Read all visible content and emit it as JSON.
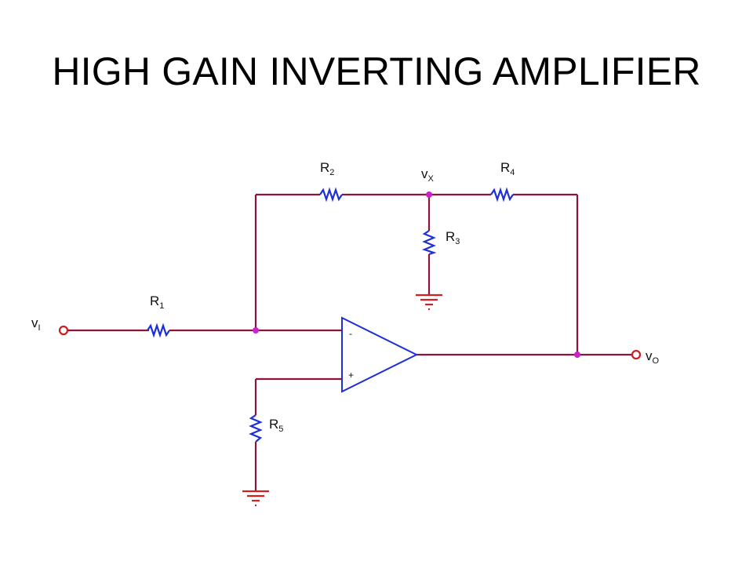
{
  "title": "HIGH GAIN INVERTING AMPLIFIER",
  "colors": {
    "wire": "#8b1538",
    "resistor": "#1f2fd8",
    "ground": "#d62020",
    "node": "#cc22cc",
    "terminal": "#cc1e1e"
  },
  "labels": {
    "R1": {
      "base": "R",
      "sub": "1"
    },
    "R2": {
      "base": "R",
      "sub": "2"
    },
    "R3": {
      "base": "R",
      "sub": "3"
    },
    "R4": {
      "base": "R",
      "sub": "4"
    },
    "R5": {
      "base": "R",
      "sub": "5"
    },
    "vI": {
      "base": "v",
      "sub": "I"
    },
    "vX": {
      "base": "v",
      "sub": "X"
    },
    "vO": {
      "base": "v",
      "sub": "O"
    }
  },
  "opamp": {
    "inverting": "-",
    "noninverting": "+"
  }
}
